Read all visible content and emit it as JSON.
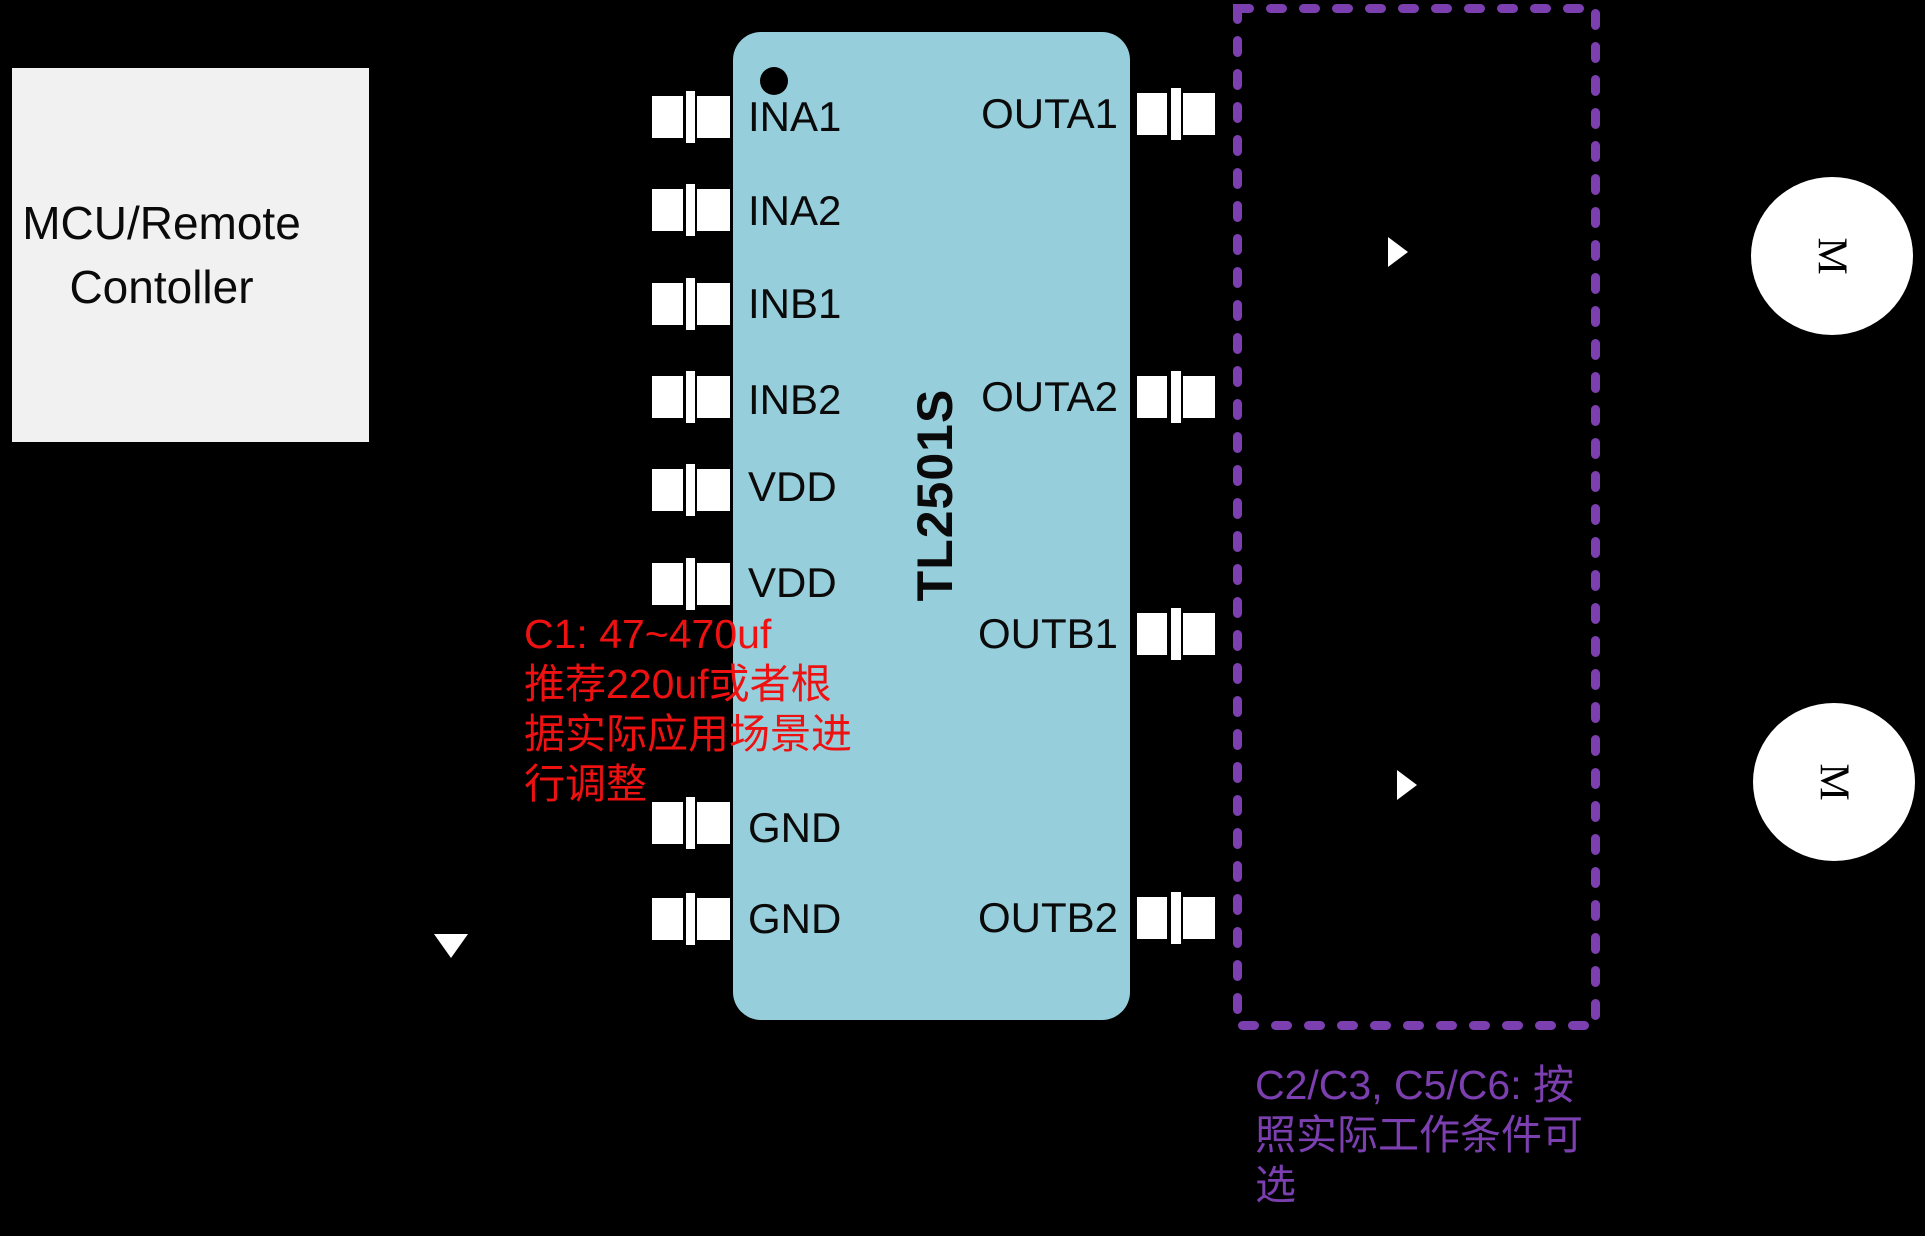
{
  "diagram": {
    "mcu": {
      "line1": "MCU/Remote",
      "line2": "Contoller"
    },
    "chip": {
      "title": "TL2501S",
      "left_pins": [
        "INA1",
        "INA2",
        "INB1",
        "INB2",
        "VDD",
        "VDD",
        "GND",
        "GND"
      ],
      "right_pins": [
        "OUTA1",
        "OUTA2",
        "OUTB1",
        "OUTB2"
      ]
    },
    "notes": {
      "c1": "C1: 47~470uf\n推荐220uf或者根\n据实际应用场景进\n行调整",
      "c2": "C2/C3, C5/C6: 按\n照实际工作条件可\n选"
    },
    "motor_label": "M",
    "colors": {
      "background": "#000000",
      "chip_fill": "#97CEDB",
      "mcu_fill": "#F1F1F1",
      "red_note": "#EE1111",
      "purple": "#7B3FAF",
      "white": "#FFFFFF"
    }
  }
}
